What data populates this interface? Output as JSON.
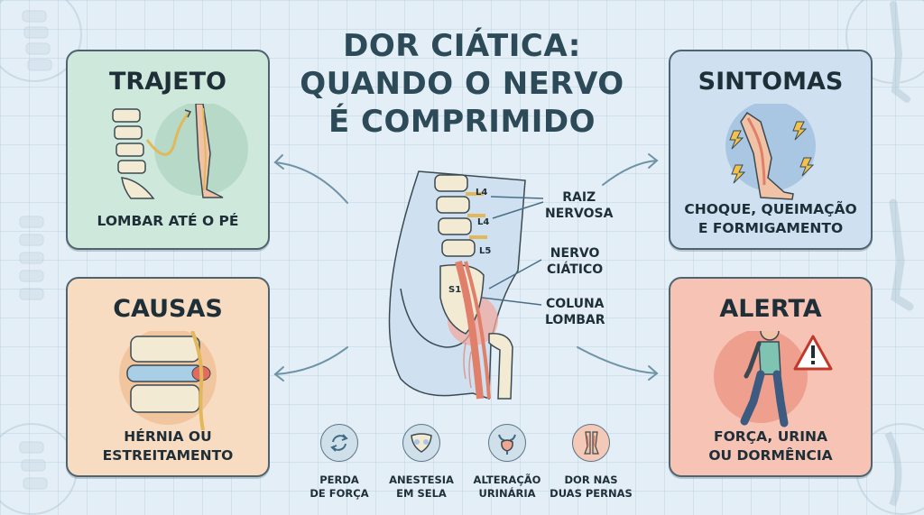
{
  "title_lines": [
    "DOR CIÁTICA:",
    "QUANDO O NERVO",
    "É COMPRIMIDO"
  ],
  "cards": {
    "trajeto": {
      "title": "TRAJETO",
      "text_lines": [
        "LOMBAR ATÉ O PÉ"
      ]
    },
    "sintomas": {
      "title": "SINTOMAS",
      "text_lines": [
        "CHOQUE, QUEIMAÇÃO",
        "E FORMIGAMENTO"
      ]
    },
    "causas": {
      "title": "CAUSAS",
      "text_lines": [
        "HÉRNIA OU",
        "ESTREITAMENTO"
      ]
    },
    "alerta": {
      "title": "ALERTA",
      "text_lines": [
        "FORÇA, URINA",
        "OU DORMÊNCIA"
      ]
    }
  },
  "anatomy": {
    "vertebrae": [
      "L4",
      "L4",
      "L5",
      "S1"
    ],
    "labels": {
      "raiz": [
        "RAIZ",
        "NERVOSA"
      ],
      "nervo": [
        "NERVO",
        "CIÁTICO"
      ],
      "coluna": [
        "COLUNA",
        "LOMBAR"
      ]
    }
  },
  "alert_signs": [
    {
      "icon": "recycle-arrows-icon",
      "lines": [
        "PERDA",
        "DE FORÇA"
      ],
      "color": "#cfe0ea"
    },
    {
      "icon": "pelvis-icon",
      "lines": [
        "ANESTESIA",
        "EM SELA"
      ],
      "color": "#cfe0ea"
    },
    {
      "icon": "bladder-icon",
      "lines": [
        "ALTERAÇÃO",
        "URINÁRIA"
      ],
      "color": "#cfe0ea"
    },
    {
      "icon": "legs-icon",
      "lines": [
        "DOR NAS",
        "DUAS PERNAS"
      ],
      "color": "#f4c9b8"
    }
  ],
  "colors": {
    "background": "#e3eef6",
    "trajeto": "#cfe8dc",
    "sintomas": "#cfe0f0",
    "causas": "#f8dcc2",
    "alerta": "#f6c3b5",
    "nerve": "#e07f6a"
  }
}
